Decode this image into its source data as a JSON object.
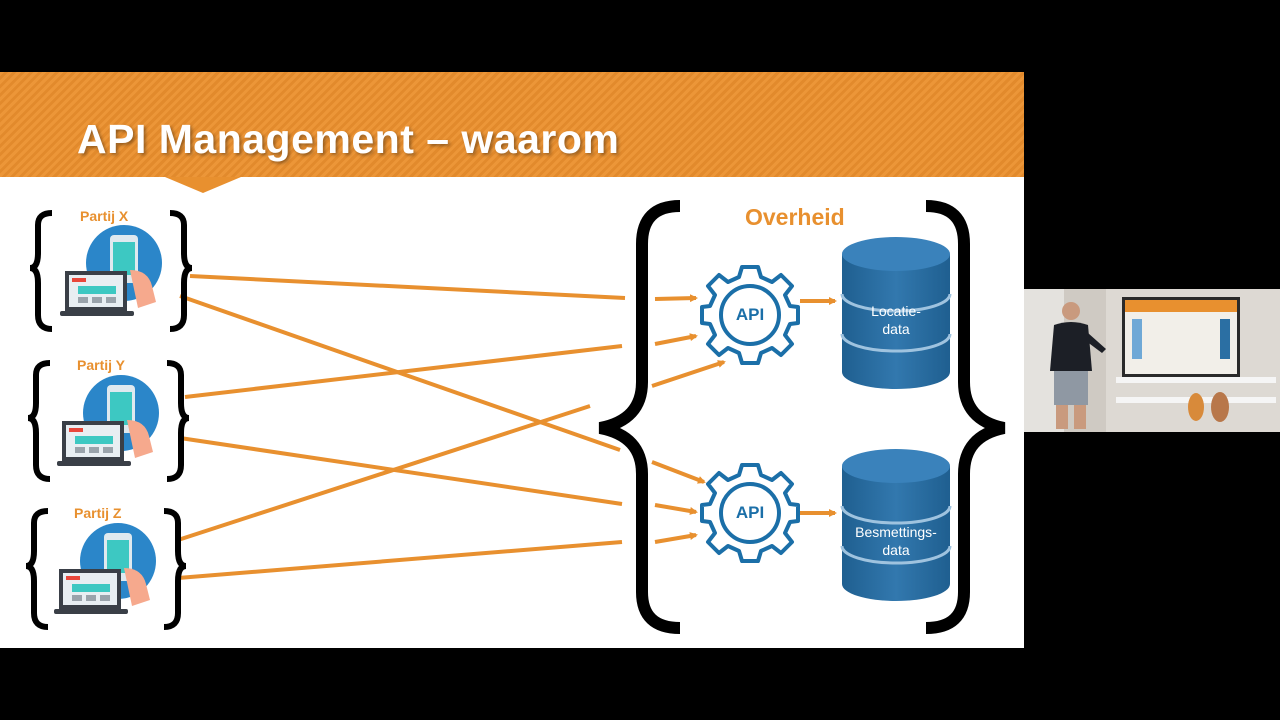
{
  "slide": {
    "title": "API Management – waarom",
    "parties": [
      {
        "label": "Partij X"
      },
      {
        "label": "Partij Y"
      },
      {
        "label": "Partij Z"
      }
    ],
    "government": {
      "label": "Overheid",
      "apis": [
        {
          "label": "API"
        },
        {
          "label": "API"
        }
      ],
      "databases": [
        {
          "line1": "Locatie-",
          "line2": "data"
        },
        {
          "line1": "Besmettings-",
          "line2": "data"
        }
      ]
    }
  },
  "colors": {
    "accent": "#e8902f",
    "api_blue": "#1b6fa8",
    "database_blue": "#2b6fa3",
    "background": "#000000"
  }
}
